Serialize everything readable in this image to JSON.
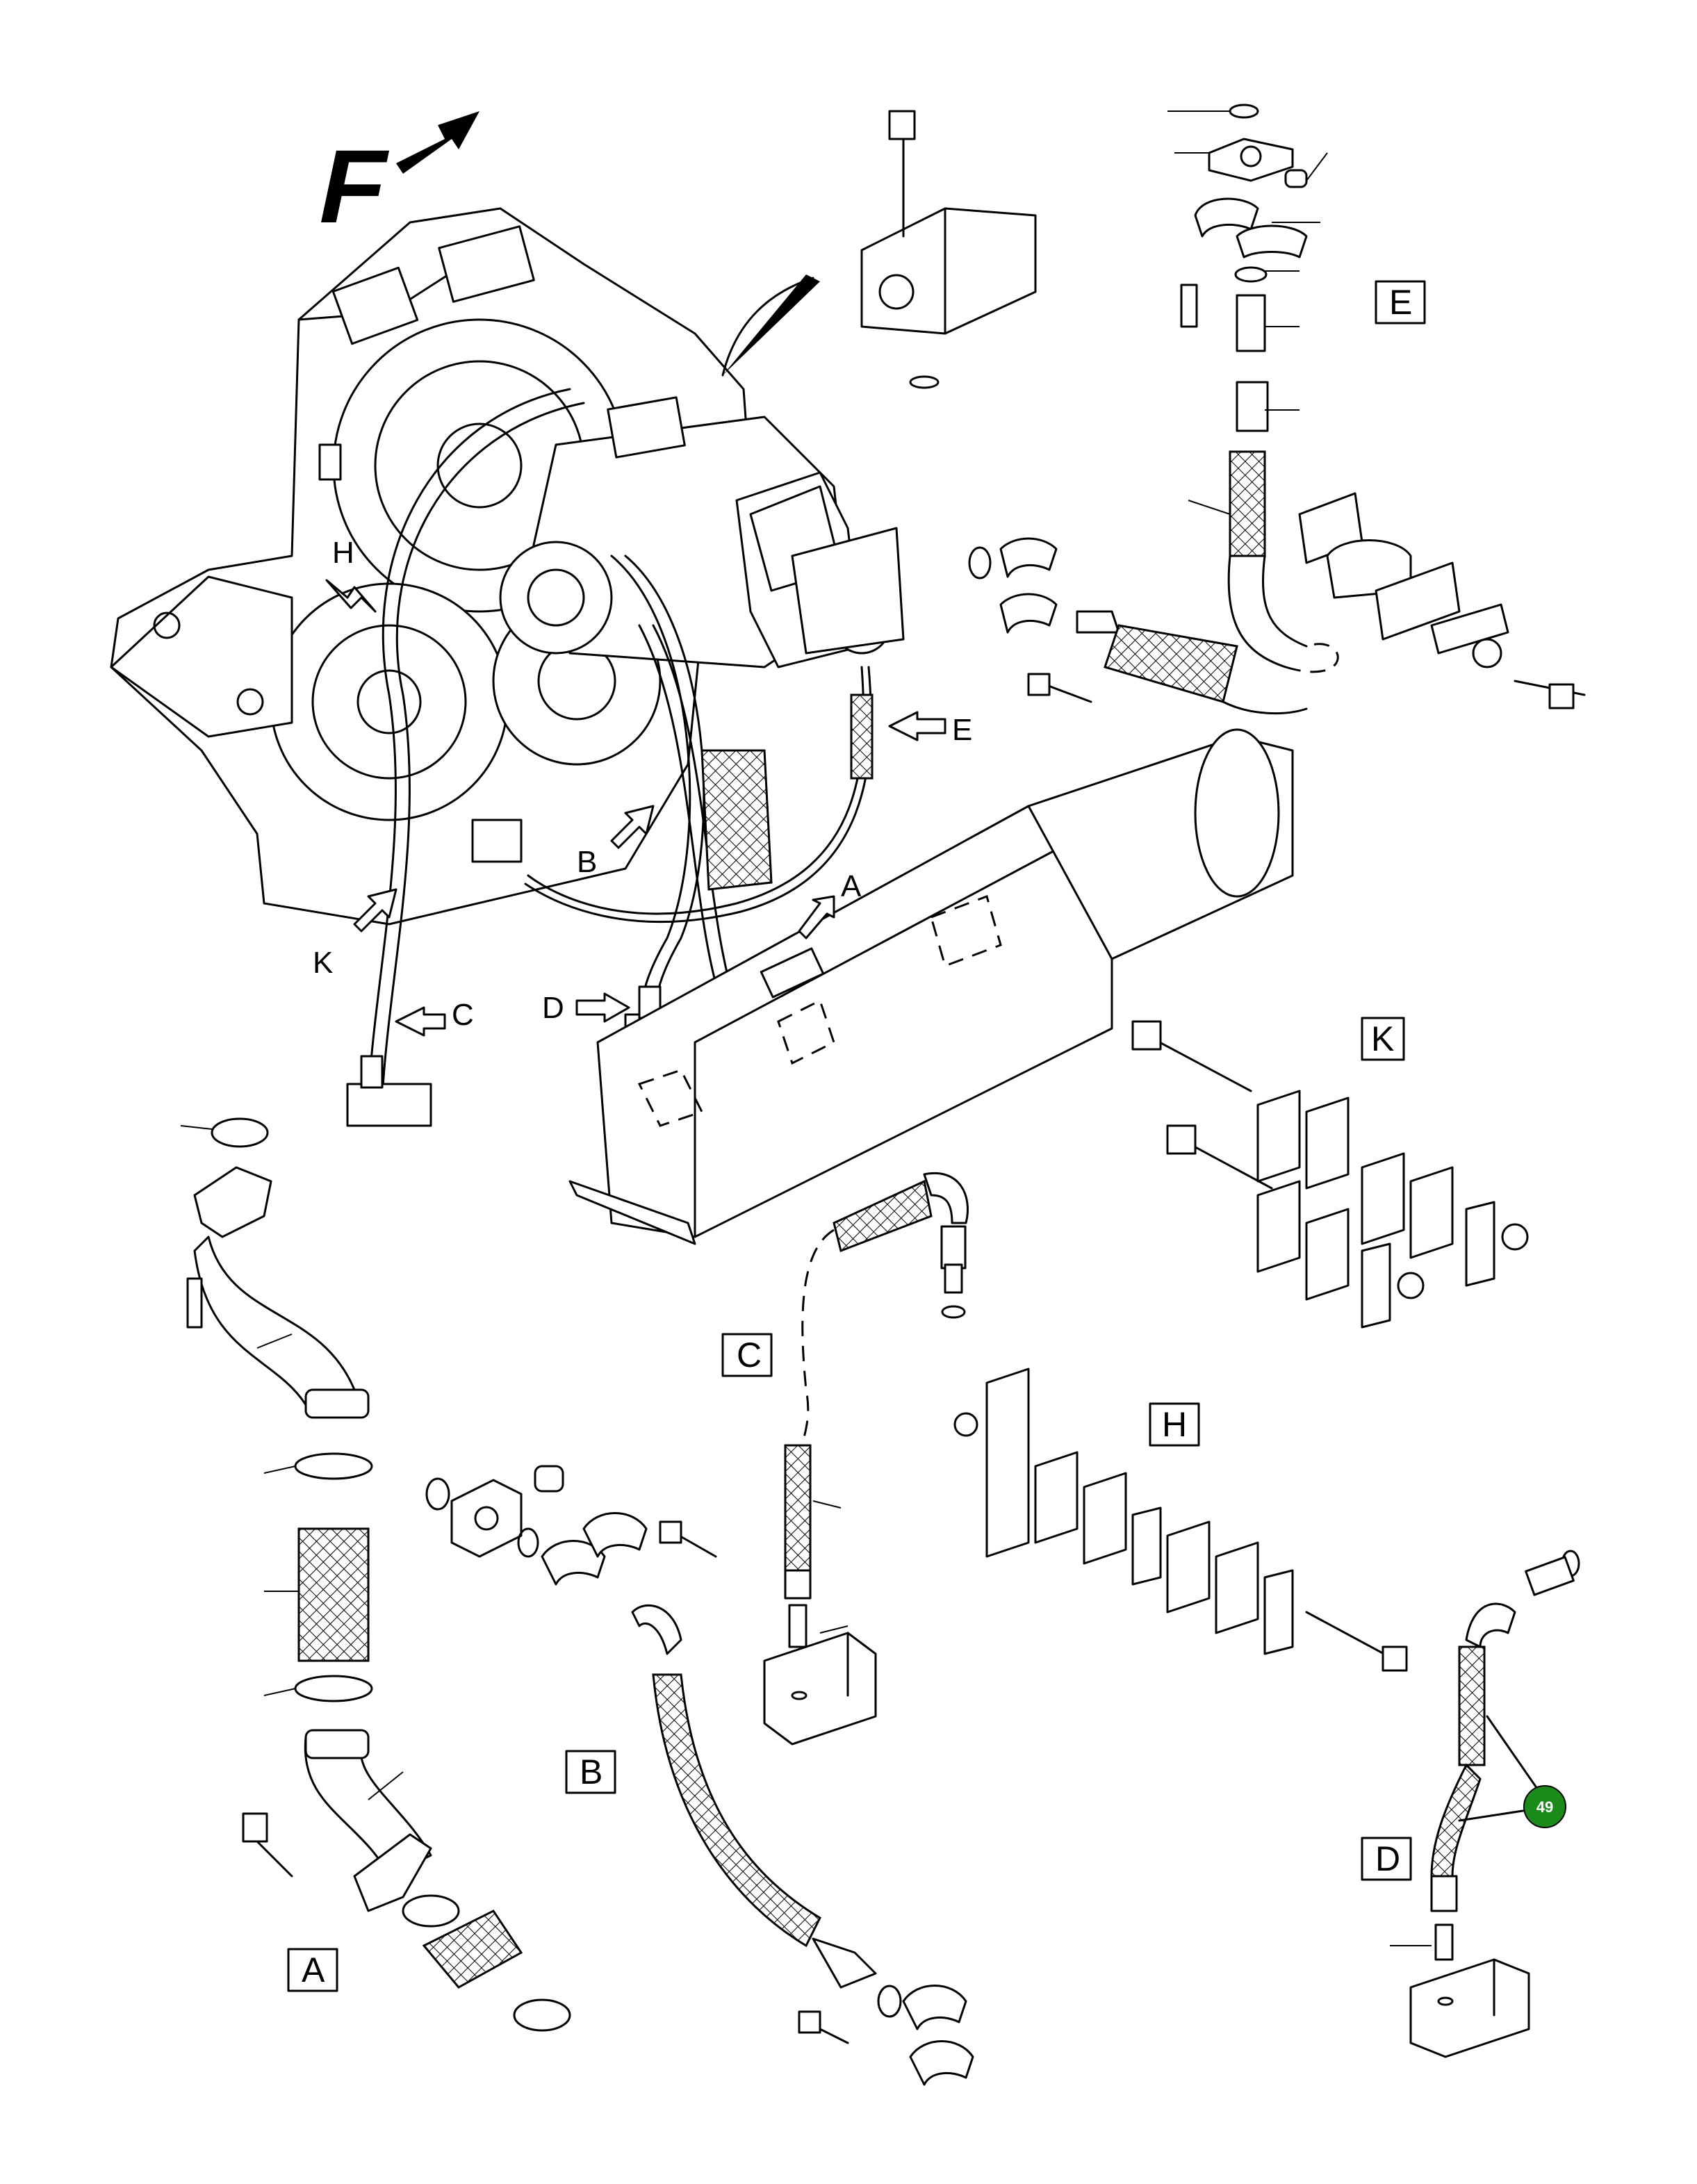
{
  "diagram": {
    "forward_marker": "F",
    "view_arrow_labels": [
      "H",
      "K",
      "B",
      "E",
      "A",
      "C",
      "D"
    ],
    "section_labels": {
      "E": "E",
      "K": "K",
      "C": "C",
      "H": "H",
      "B": "B",
      "A": "A",
      "D": "D"
    },
    "callout": "49",
    "colors": {
      "line": "#000000",
      "background": "#ffffff",
      "callout": "#1a8a1a"
    }
  }
}
